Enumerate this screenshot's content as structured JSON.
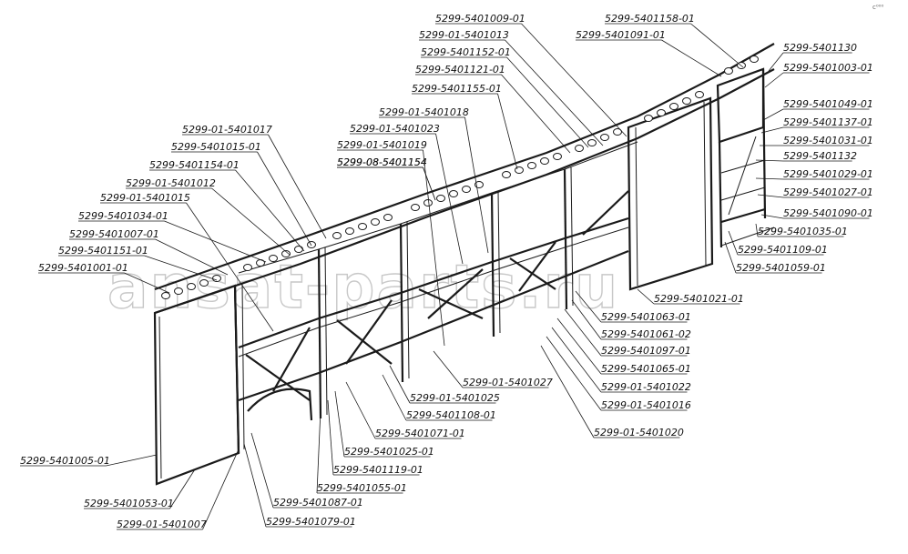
{
  "watermark": "ansat-parts.ru",
  "corner_mark": "c⁰⁰⁰",
  "labels": [
    "5299-5401009-01",
    "5299-01-5401013",
    "5299-5401152-01",
    "5299-5401121-01",
    "5299-5401155-01",
    "5299-01-5401018",
    "5299-01-5401023",
    "5299-01-5401019",
    "5299-08-5401154",
    "5299-08-5401154",
    "5299-01-5401017",
    "5299-5401015-01",
    "5299-5401154-01",
    "5299-01-5401012",
    "5299-01-5401015",
    "5299-5401034-01",
    "5299-5401007-01",
    "5299-5401151-01",
    "5299-5401001-01",
    "5299-5401158-01",
    "5299-5401091-01",
    "5299-5401130",
    "5299-5401003-01",
    "5299-5401049-01",
    "5299-5401137-01",
    "5299-5401031-01",
    "5299-5401132",
    "5299-5401029-01",
    "5299-5401027-01",
    "5299-5401090-01",
    "5299-5401035-01",
    "5299-5401109-01",
    "5299-5401059-01",
    "5299-5401021-01",
    "5299-5401063-01",
    "5299-5401061-02",
    "5299-5401097-01",
    "5299-5401065-01",
    "5299-01-5401022",
    "5299-01-5401016",
    "5299-01-5401020",
    "5299-01-5401027",
    "5299-01-5401025",
    "5299-5401108-01",
    "5299-5401071-01",
    "5299-5401025-01",
    "5299-5401119-01",
    "5299-5401055-01",
    "5299-5401087-01",
    "5299-5401079-01",
    "5299-5401005-01",
    "5299-5401053-01",
    "5299-01-5401007"
  ]
}
